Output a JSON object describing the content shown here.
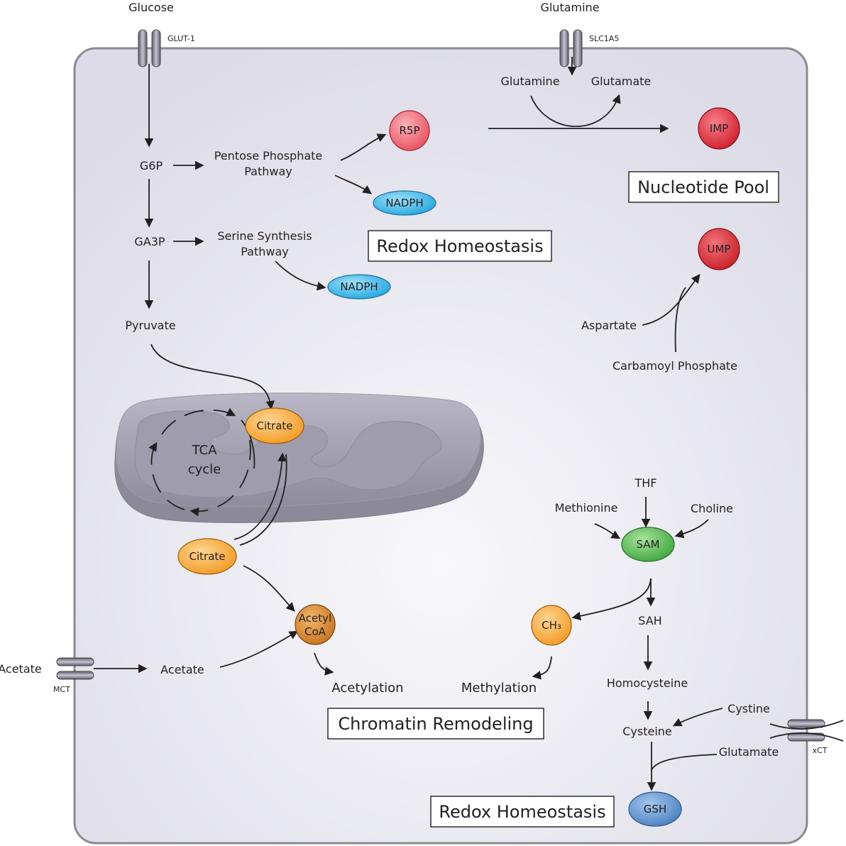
{
  "transporters": {
    "glut1": "GLUT-1",
    "slc1a5": "SLC1A5",
    "mct": "MCT",
    "xct": "xCT"
  },
  "inputs": {
    "glucose": "Glucose",
    "glutamine_ext": "Glutamine",
    "acetate_ext": "Acetate"
  },
  "metabolites": {
    "g6p": "G6P",
    "ga3p": "GA3P",
    "pyruvate": "Pyruvate",
    "ppp_line1": "Pentose Phosphate",
    "ppp_line2": "Pathway",
    "ssp_line1": "Serine Synthesis",
    "ssp_line2": "Pathway",
    "glutamine": "Glutamine",
    "glutamate": "Glutamate",
    "aspartate": "Aspartate",
    "carbamoyl_phosphate": "Carbamoyl Phosphate",
    "tca_line1": "TCA",
    "tca_line2": "cycle",
    "acetate": "Acetate",
    "acetylation": "Acetylation",
    "methylation": "Methylation",
    "thf": "THF",
    "methionine": "Methionine",
    "choline": "Choline",
    "sah": "SAH",
    "homocysteine": "Homocysteine",
    "cystine": "Cystine",
    "cysteine": "Cysteine",
    "glutamate2": "Glutamate"
  },
  "nodes": {
    "r5p": "R5P",
    "nadph1": "NADPH",
    "nadph2": "NADPH",
    "imp": "IMP",
    "ump": "UMP",
    "citrate_mito": "Citrate",
    "citrate_cyto": "Citrate",
    "acetyl_line1": "Acetyl",
    "acetyl_line2": "CoA",
    "sam": "SAM",
    "ch3": "CH₃",
    "gsh": "GSH"
  },
  "boxes": {
    "redox1": "Redox Homeostasis",
    "nucleotide": "Nucleotide Pool",
    "chromatin": "Chromatin Remodeling",
    "redox2": "Redox Homeostasis"
  },
  "colors": {
    "cell_fill": "#e4e3ee",
    "cell_border": "#8a8a93",
    "red_node": "#e02434",
    "pink_node": "#ee5d6c",
    "cyan_node": "#3ab8ea",
    "orange_node": "#f6a534",
    "dark_orange_node": "#d9822b",
    "green_node": "#4cb748",
    "blue_node": "#5a8fcd",
    "mitochondria": "#a9a6b6"
  }
}
